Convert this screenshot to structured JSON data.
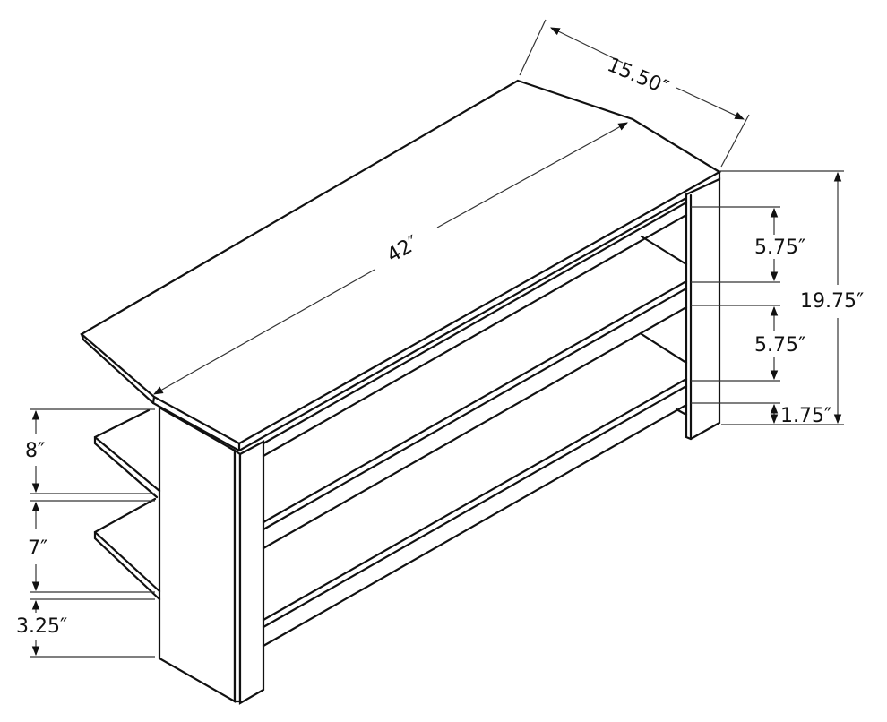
{
  "diagram": {
    "subject": "TV stand with three open shelves",
    "style": "isometric technical line drawing",
    "colors": {
      "line": "#111111",
      "dimension_line": "#333333",
      "background": "#ffffff"
    },
    "dimensions": {
      "depth": {
        "label": "15.50″",
        "value": 15.5,
        "unit": "in"
      },
      "width": {
        "label": "42″",
        "value": 42,
        "unit": "in"
      },
      "overall_height": {
        "label": "19.75″",
        "value": 19.75,
        "unit": "in"
      },
      "right_upper_gap": {
        "label": "5.75″",
        "value": 5.75,
        "unit": "in"
      },
      "right_middle_gap": {
        "label": "5.75″",
        "value": 5.75,
        "unit": "in"
      },
      "right_bottom_clearance": {
        "label": "1.75″",
        "value": 1.75,
        "unit": "in"
      },
      "left_upper_gap": {
        "label": "8″",
        "value": 8,
        "unit": "in"
      },
      "left_middle_gap": {
        "label": "7″",
        "value": 7,
        "unit": "in"
      },
      "left_bottom_clearance": {
        "label": "3.25″",
        "value": 3.25,
        "unit": "in"
      }
    }
  }
}
